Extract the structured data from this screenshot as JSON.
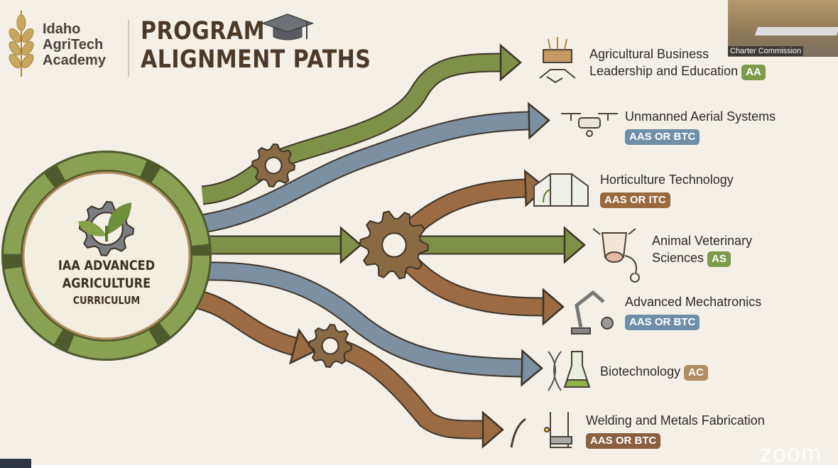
{
  "logo": {
    "lines": [
      "Idaho",
      "AgriTech",
      "Academy"
    ]
  },
  "title": {
    "line1": "PROGRAM",
    "line2": "ALIGNMENT PATHS",
    "icon": "graduation-cap-icon"
  },
  "center": {
    "line1": "IAA ADVANCED",
    "line2": "AGRICULTURE",
    "line3": "CURRICULUM"
  },
  "colors": {
    "green": "#7f9148",
    "blue": "#7d90a2",
    "brown": "#9b6c43",
    "tan": "#a88b62",
    "dark": "#4b3a2a"
  },
  "programs": [
    {
      "line1": "Agricultural Business",
      "line2": "Leadership and Education",
      "badge": "AA",
      "badge_color": "#7f9a4a",
      "icon": "handshake-wheat-icon"
    },
    {
      "line1": "Unmanned Aerial Systems",
      "badge": "AAS OR BTC",
      "badge_color": "#6f8ea8",
      "icon": "drone-icon"
    },
    {
      "line1": "Horticulture Technology",
      "badge": "AAS OR ITC",
      "badge_color": "#98683f",
      "icon": "greenhouse-icon"
    },
    {
      "line1": "Animal Veterinary",
      "line2": "Sciences",
      "badge": "AS",
      "badge_color": "#7f9a4a",
      "icon": "cow-stethoscope-icon"
    },
    {
      "line1": "Advanced Mechatronics",
      "badge": "AAS OR BTC",
      "badge_color": "#6f8ea8",
      "icon": "robot-arm-icon"
    },
    {
      "line1": "Biotechnology",
      "badge": "AC",
      "badge_color": "#b08e62",
      "icon": "dna-flask-icon"
    },
    {
      "line1": "Welding and Metals Fabrication",
      "badge": "AAS OR BTC",
      "badge_color": "#8a6040",
      "icon": "welding-icon"
    }
  ],
  "video": {
    "label": "Charter Commission"
  },
  "watermark": "zoom"
}
